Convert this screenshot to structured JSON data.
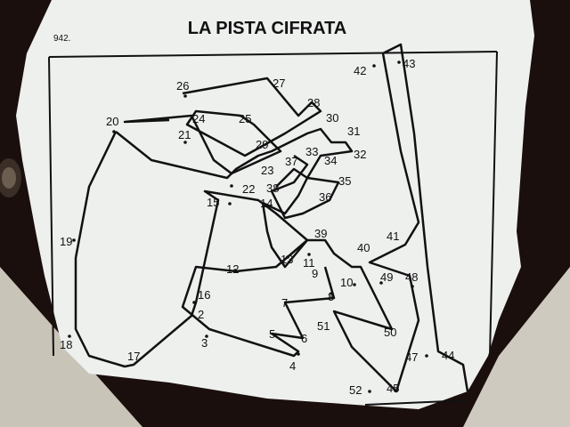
{
  "photo": {
    "subject": "torn-puzzle-page-connect-the-dots",
    "colors": {
      "background": "#1a0f0d",
      "paper": "#eef0ee",
      "ink": "#111111",
      "frame": "#dfe4e3"
    }
  },
  "page": {
    "header_fragment": "942.",
    "title": "LA PISTA CIFRATA",
    "dot_numbers": [
      "2",
      "3",
      "4",
      "5",
      "6",
      "7",
      "8",
      "9",
      "10",
      "11",
      "12",
      "13",
      "14",
      "15",
      "16",
      "17",
      "18",
      "19",
      "20",
      "21",
      "22",
      "23",
      "24",
      "25",
      "26",
      "27",
      "28",
      "29",
      "30",
      "31",
      "32",
      "33",
      "34",
      "35",
      "36",
      "37",
      "38",
      "39",
      "40",
      "41",
      "42",
      "43",
      "44",
      "45",
      "47",
      "48",
      "49",
      "50",
      "51",
      "52"
    ]
  }
}
